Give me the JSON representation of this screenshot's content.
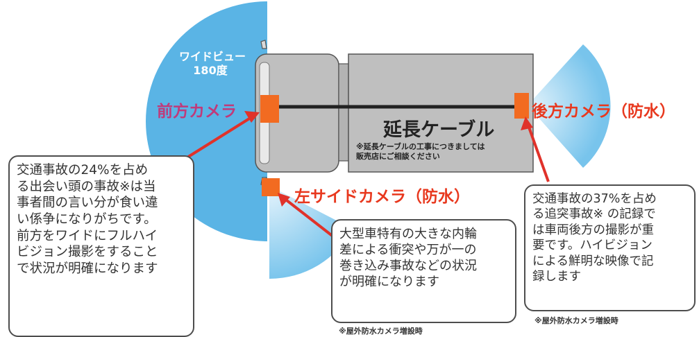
{
  "wide_view": {
    "line1": "ワイドビュー",
    "line2": "180度"
  },
  "cameras": {
    "front": "前方カメラ",
    "rear": "後方カメラ（防水）",
    "left_side": "左サイドカメラ（防水）"
  },
  "cable": {
    "title": "延長ケーブル",
    "note_lines": [
      "※延長ケーブルの工事につきましては",
      "販売店にご相談ください"
    ]
  },
  "callouts": {
    "front": [
      "交通事故の24%を占め",
      "る出会い頭の事故※は当",
      "事者間の言い分が食い違",
      "い係争になりがちです。",
      "前方をワイドにフルハイ",
      "ビジョン撮影をすること",
      "で状況が明確になります"
    ],
    "side": [
      "大型車特有の大きな内輪",
      "差による衝突や万が一の",
      "巻き込み事故などの状況",
      "が明確になります"
    ],
    "rear": [
      "交通事故の37%を占め",
      "る追突事故※ の記録で",
      "は車両後方の撮影が重",
      "要です。ハイビジョン",
      "による鮮明な映像で記",
      "録します"
    ]
  },
  "footnotes": {
    "side": "※屋外防水カメラ増設時",
    "rear": "※屋外防水カメラ増設時"
  },
  "colors": {
    "view_blue": "#5ab4e5",
    "camera_orange": "#f26b21",
    "arrow_red": "#e0322a",
    "label_red": "#e8381e",
    "label_pink": "#c03a7a",
    "truck_gray": "#bfbfbf",
    "outline": "#555555"
  }
}
